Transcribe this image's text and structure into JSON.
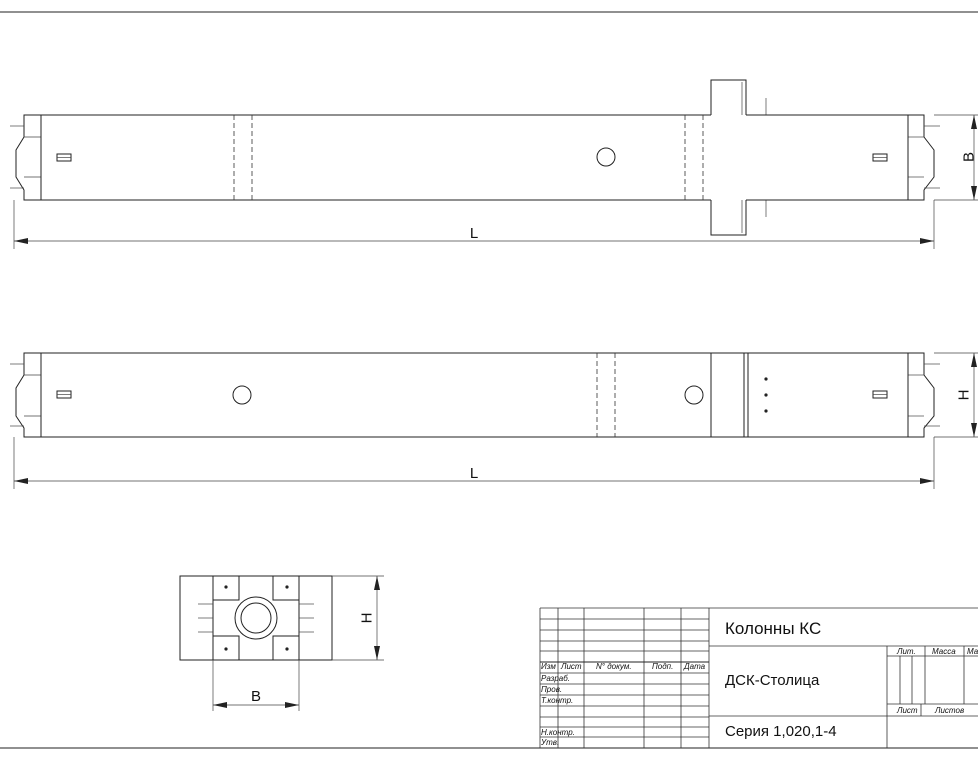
{
  "dimensions": {
    "length": "L",
    "width": "B",
    "height": "H"
  },
  "title_block": {
    "title": "Колонны КС",
    "organization": "ДСК-Столица",
    "series": "Серия 1,020,1-4",
    "headers": {
      "change": "Изм",
      "sheet": "Лист",
      "doc_no": "N° докум.",
      "signature": "Подп.",
      "date": "Дата"
    },
    "roles": [
      "Разраб.",
      "Пров.",
      "Т.контр.",
      "",
      "Н.контр.",
      "Утв."
    ],
    "right_headers": {
      "lit": "Лит.",
      "mass": "Масса",
      "scale": "Ма",
      "sheet": "Лист",
      "sheets": "Листов"
    }
  }
}
